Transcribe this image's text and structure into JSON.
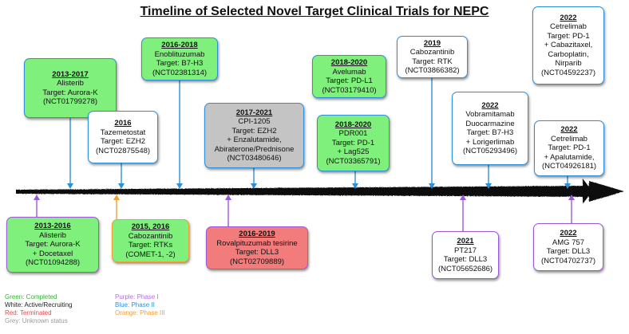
{
  "title": "Timeline of Selected Novel Target Clinical Trials for NEPC",
  "colors": {
    "completed": "#7ff07b",
    "active": "#ffffff",
    "terminated": "#f27b7b",
    "unknown": "#c4c4c4",
    "phase1": "#9b59d6",
    "phase2": "#2e8fd9",
    "phase3": "#f0a030"
  },
  "above": [
    {
      "years": "2013-2017",
      "lines": [
        "Alisterib",
        "Target: Aurora-K",
        "(NCT01799278)"
      ]
    },
    {
      "years": "2016",
      "lines": [
        "Tazemetostat",
        "Target: EZH2",
        "(NCT02875548)"
      ]
    },
    {
      "years": "2016-2018",
      "lines": [
        "Enoblituzumab",
        "Target: B7-H3",
        "(NCT02381314)"
      ]
    },
    {
      "years": "2017-2021",
      "lines": [
        "CPI-1205",
        "Target: EZH2",
        "+ Enzalutamide,",
        "Abiraterone/Prednisone",
        "(NCT03480646)"
      ]
    },
    {
      "years": "2018-2020",
      "lines": [
        "Avelumab",
        "Target: PD-L1",
        "(NCT03179410)"
      ]
    },
    {
      "years": "2018-2020",
      "lines": [
        "PDR001",
        "Target: PD-1",
        "+ Lag525",
        "(NCT03365791)"
      ]
    },
    {
      "years": "2019",
      "lines": [
        "Cabozantinib",
        "Target: RTK",
        "(NCT03866382)"
      ]
    },
    {
      "years": "2022",
      "lines": [
        "Vobramitamab",
        "Duocarmazine",
        "Target: B7-H3",
        "+ Lorigerlimab",
        "(NCT05293496)"
      ]
    },
    {
      "years": "2022",
      "lines": [
        "Cetrelimab",
        "Target: PD-1",
        "+ Cabazitaxel,",
        "Carboplatin,",
        "Nirparib",
        "(NCT04592237)"
      ]
    },
    {
      "years": "2022",
      "lines": [
        "Cetrelimab",
        "Target: PD-1",
        "+ Apalutamide,",
        "(NCT04926181)"
      ]
    }
  ],
  "below": [
    {
      "years": "2013-2016",
      "lines": [
        "Alisterib",
        "Target: Aurora-K",
        "+ Docetaxel",
        "(NCT01094288)"
      ]
    },
    {
      "years": "2015, 2016",
      "lines": [
        "Cabozantinib",
        "Target: RTKs",
        "(COMET-1, -2)"
      ]
    },
    {
      "years": "2016-2019",
      "lines": [
        "Rovalpituzumab tesirine",
        "Target: DLL3",
        "(NCT02709889)"
      ]
    },
    {
      "years": "2021",
      "lines": [
        "PT217",
        "Target: DLL3",
        "(NCT05652686)"
      ]
    },
    {
      "years": "2022",
      "lines": [
        "AMG 757",
        "Target: DLL3",
        "(NCT04702737)"
      ]
    }
  ],
  "legend": {
    "col1": [
      "Green: Completed",
      "White: Active/Recruiting",
      "Red: Terminated",
      "Grey: Unknown status"
    ],
    "col2": [
      "Purple: Phase I",
      "Blue: Phase II",
      "Orange: Phase III"
    ]
  }
}
